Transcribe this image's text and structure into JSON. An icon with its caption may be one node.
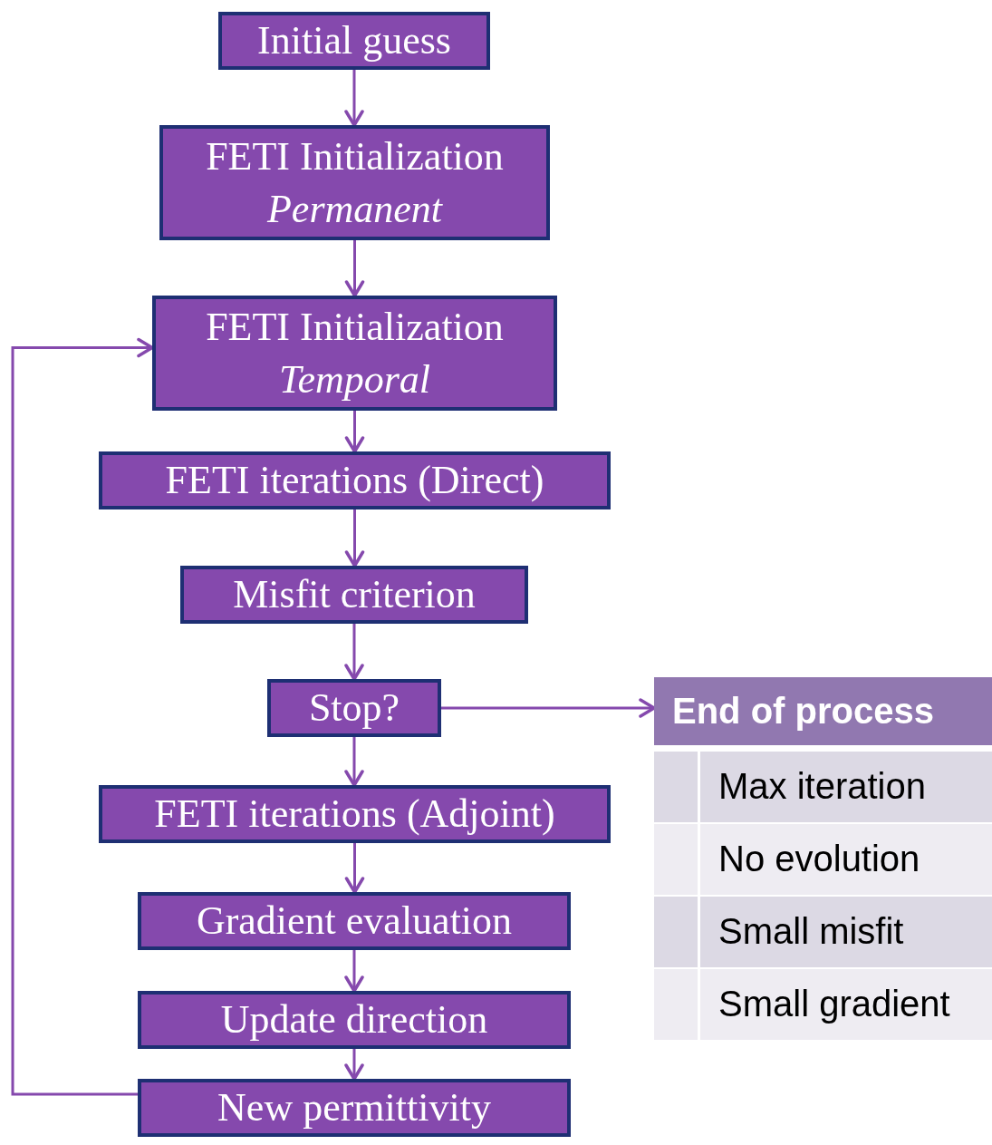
{
  "diagram": {
    "nodes": [
      {
        "text": [
          "Initial guess"
        ]
      },
      {
        "text": [
          "FETI Initialization",
          "Permanent"
        ]
      },
      {
        "text": [
          "FETI Initialization",
          "Temporal"
        ]
      },
      {
        "text": [
          "FETI iterations (Direct)"
        ]
      },
      {
        "text": [
          "Misfit criterion"
        ]
      },
      {
        "text": [
          "Stop?"
        ]
      },
      {
        "text": [
          "FETI iterations (Adjoint)"
        ]
      },
      {
        "text": [
          "Gradient evaluation"
        ]
      },
      {
        "text": [
          "Update direction"
        ]
      },
      {
        "text": [
          "New permittivity"
        ]
      },
      {
        "text": [
          "End of process"
        ]
      }
    ],
    "edges": [
      {
        "from": 0,
        "to": 1,
        "arrow": "to"
      },
      {
        "from": 1,
        "to": 2,
        "arrow": "to"
      },
      {
        "from": 2,
        "to": 3,
        "arrow": "to"
      },
      {
        "from": 3,
        "to": 4,
        "arrow": "to"
      },
      {
        "from": 4,
        "to": 5,
        "arrow": "to"
      },
      {
        "from": 5,
        "to": 6,
        "arrow": "to"
      },
      {
        "from": 6,
        "to": 7,
        "arrow": "to"
      },
      {
        "from": 7,
        "to": 8,
        "arrow": "to"
      },
      {
        "from": 8,
        "to": 9,
        "arrow": "to"
      },
      {
        "from": 5,
        "to": 10,
        "arrow": "to"
      },
      {
        "from": 9,
        "to": 2,
        "arrow": "to"
      }
    ],
    "labels": [
      "Max iteration",
      "No evolution",
      "Small misfit",
      "Small gradient"
    ]
  }
}
